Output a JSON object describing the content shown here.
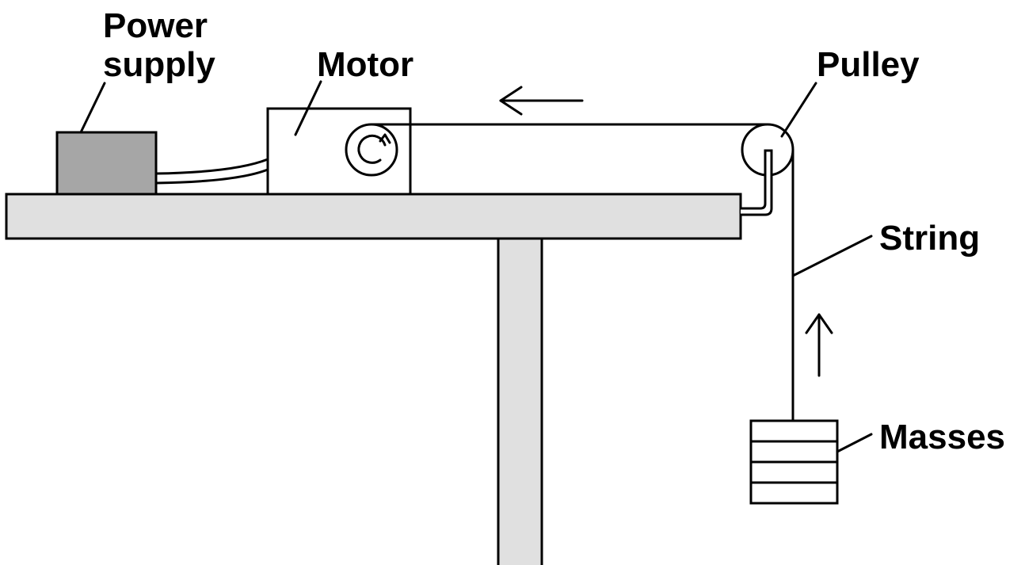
{
  "labels": {
    "power_supply_line1": "Power",
    "power_supply_line2": "supply",
    "motor": "Motor",
    "pulley": "Pulley",
    "string": "String",
    "masses": "Masses"
  },
  "colors": {
    "line": "#000000",
    "table_fill": "#e0e0e0",
    "power_supply_fill": "#a6a6a6",
    "background": "#ffffff"
  },
  "icons": {
    "string_direction_top": "arrow-left-icon",
    "string_direction_side": "arrow-up-icon",
    "motor_rotation": "rotation-icon"
  }
}
